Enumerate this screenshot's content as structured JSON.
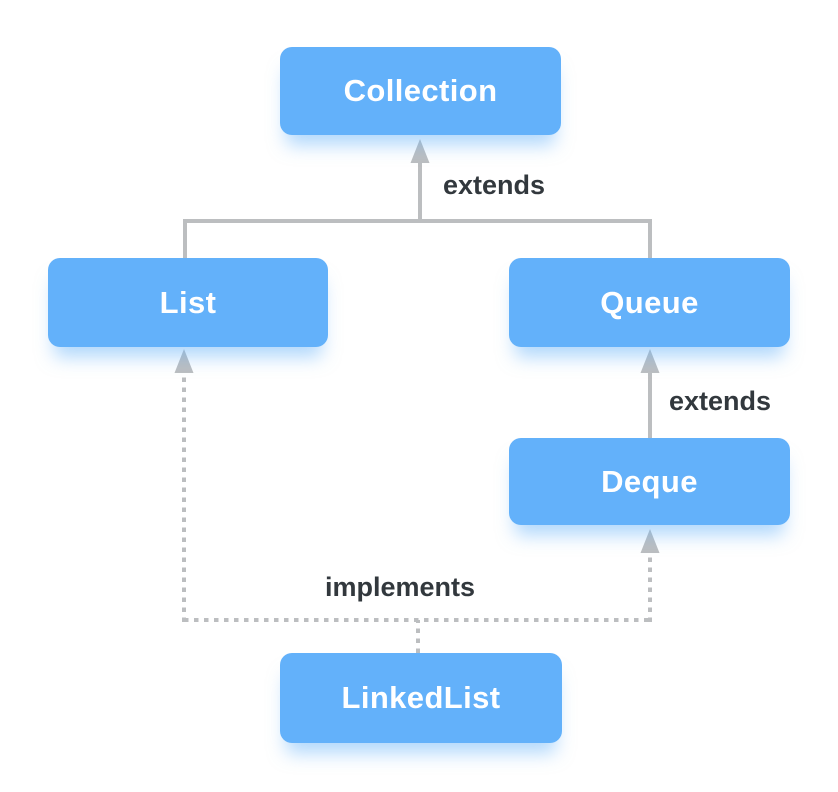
{
  "diagram": {
    "nodes": [
      {
        "id": "collection",
        "label": "Collection",
        "type": "interface"
      },
      {
        "id": "list",
        "label": "List",
        "type": "interface"
      },
      {
        "id": "queue",
        "label": "Queue",
        "type": "interface"
      },
      {
        "id": "deque",
        "label": "Deque",
        "type": "interface"
      },
      {
        "id": "linkedlist",
        "label": "LinkedList",
        "type": "class"
      }
    ],
    "edges": [
      {
        "from": "list",
        "to": "collection",
        "relation": "extends",
        "line_style": "solid"
      },
      {
        "from": "queue",
        "to": "collection",
        "relation": "extends",
        "line_style": "solid"
      },
      {
        "from": "deque",
        "to": "queue",
        "relation": "extends",
        "line_style": "solid"
      },
      {
        "from": "linkedlist",
        "to": "list",
        "relation": "implements",
        "line_style": "dotted"
      },
      {
        "from": "linkedlist",
        "to": "deque",
        "relation": "implements",
        "line_style": "dotted"
      }
    ],
    "edge_labels": [
      {
        "text": "extends"
      },
      {
        "text": "extends"
      },
      {
        "text": "implements"
      }
    ],
    "colors": {
      "node_fill": "#63b1fa",
      "node_text": "#ffffff",
      "line": "#bcbec0",
      "label_text": "#32383d",
      "background": "#ffffff"
    }
  }
}
